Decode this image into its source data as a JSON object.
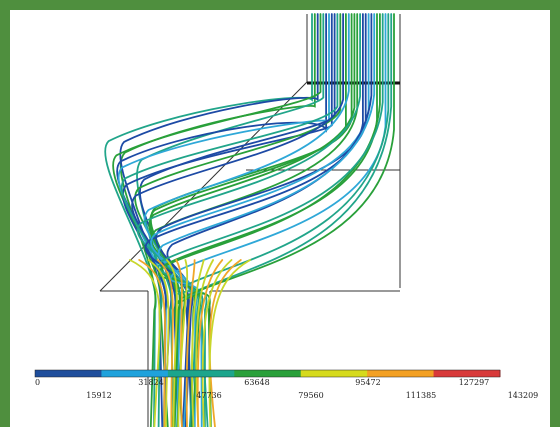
{
  "figure": {
    "colors": {
      "border": "#4f8f3e",
      "background": "#ffffff",
      "outline": "#333333",
      "ruler": "#222222"
    },
    "streamline_color_scale": [
      "#1d4aa5",
      "#2fa8d8",
      "#21a58a",
      "#29a03a",
      "#c8d62a",
      "#f0a72a",
      "#d7343a"
    ]
  },
  "colorbar": {
    "colors": [
      "#1f4e9c",
      "#1fa2dc",
      "#1ca58c",
      "#2aa03a",
      "#d6da1c",
      "#f3a023",
      "#d83a3a"
    ],
    "ticks_upper": [
      "0",
      "31824",
      "63648",
      "95472",
      "127297"
    ],
    "ticks_lower": [
      "15912",
      "47736",
      "79560",
      "111385",
      "143209"
    ]
  }
}
